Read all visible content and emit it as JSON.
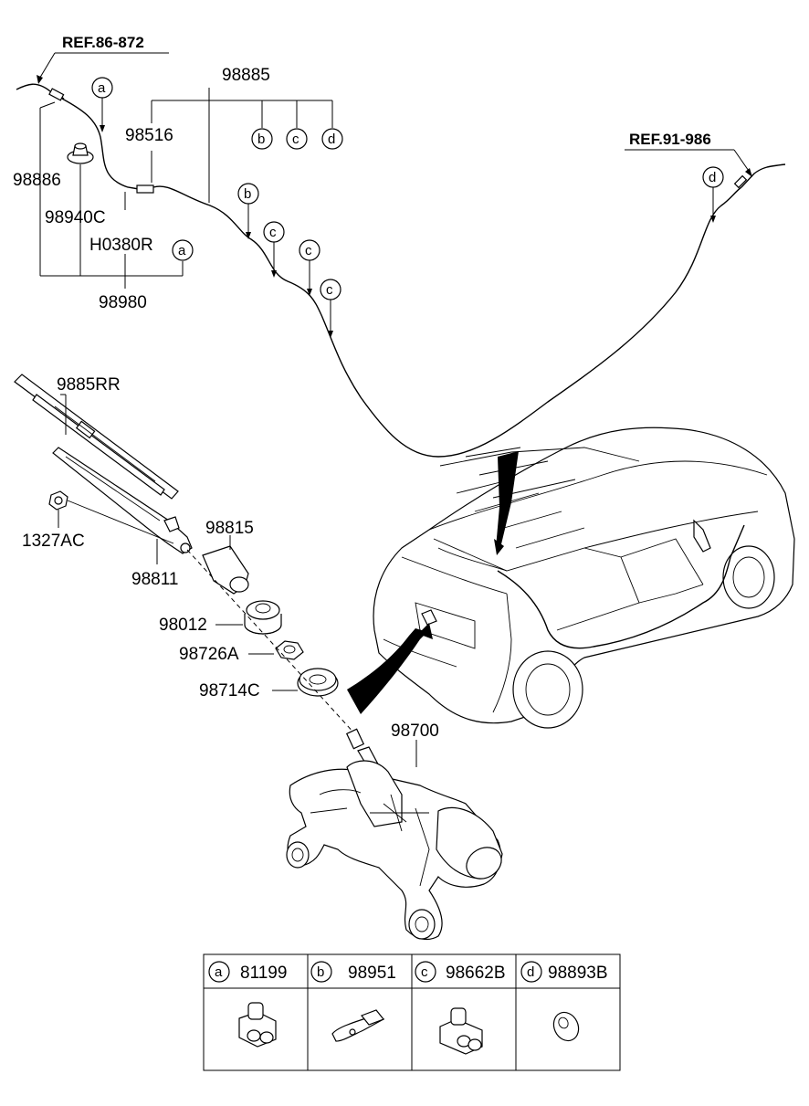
{
  "references": {
    "ref_front": "REF.86-872",
    "ref_rear": "REF.91-986"
  },
  "callout_letters": {
    "a": "a",
    "b": "b",
    "c": "c",
    "d": "d"
  },
  "part_labels": {
    "p98885": "98885",
    "p98516": "98516",
    "p98886": "98886",
    "p98940C": "98940C",
    "pH0380R": "H0380R",
    "p98980": "98980",
    "p9885RR": "9885RR",
    "p1327AC": "1327AC",
    "p98815": "98815",
    "p98811": "98811",
    "p98012": "98012",
    "p98726A": "98726A",
    "p98714C": "98714C",
    "p98700": "98700"
  },
  "legend_table": {
    "columns": [
      {
        "letter": "a",
        "part": "81199"
      },
      {
        "letter": "b",
        "part": "98951"
      },
      {
        "letter": "c",
        "part": "98662B"
      },
      {
        "letter": "d",
        "part": "98893B"
      }
    ]
  }
}
